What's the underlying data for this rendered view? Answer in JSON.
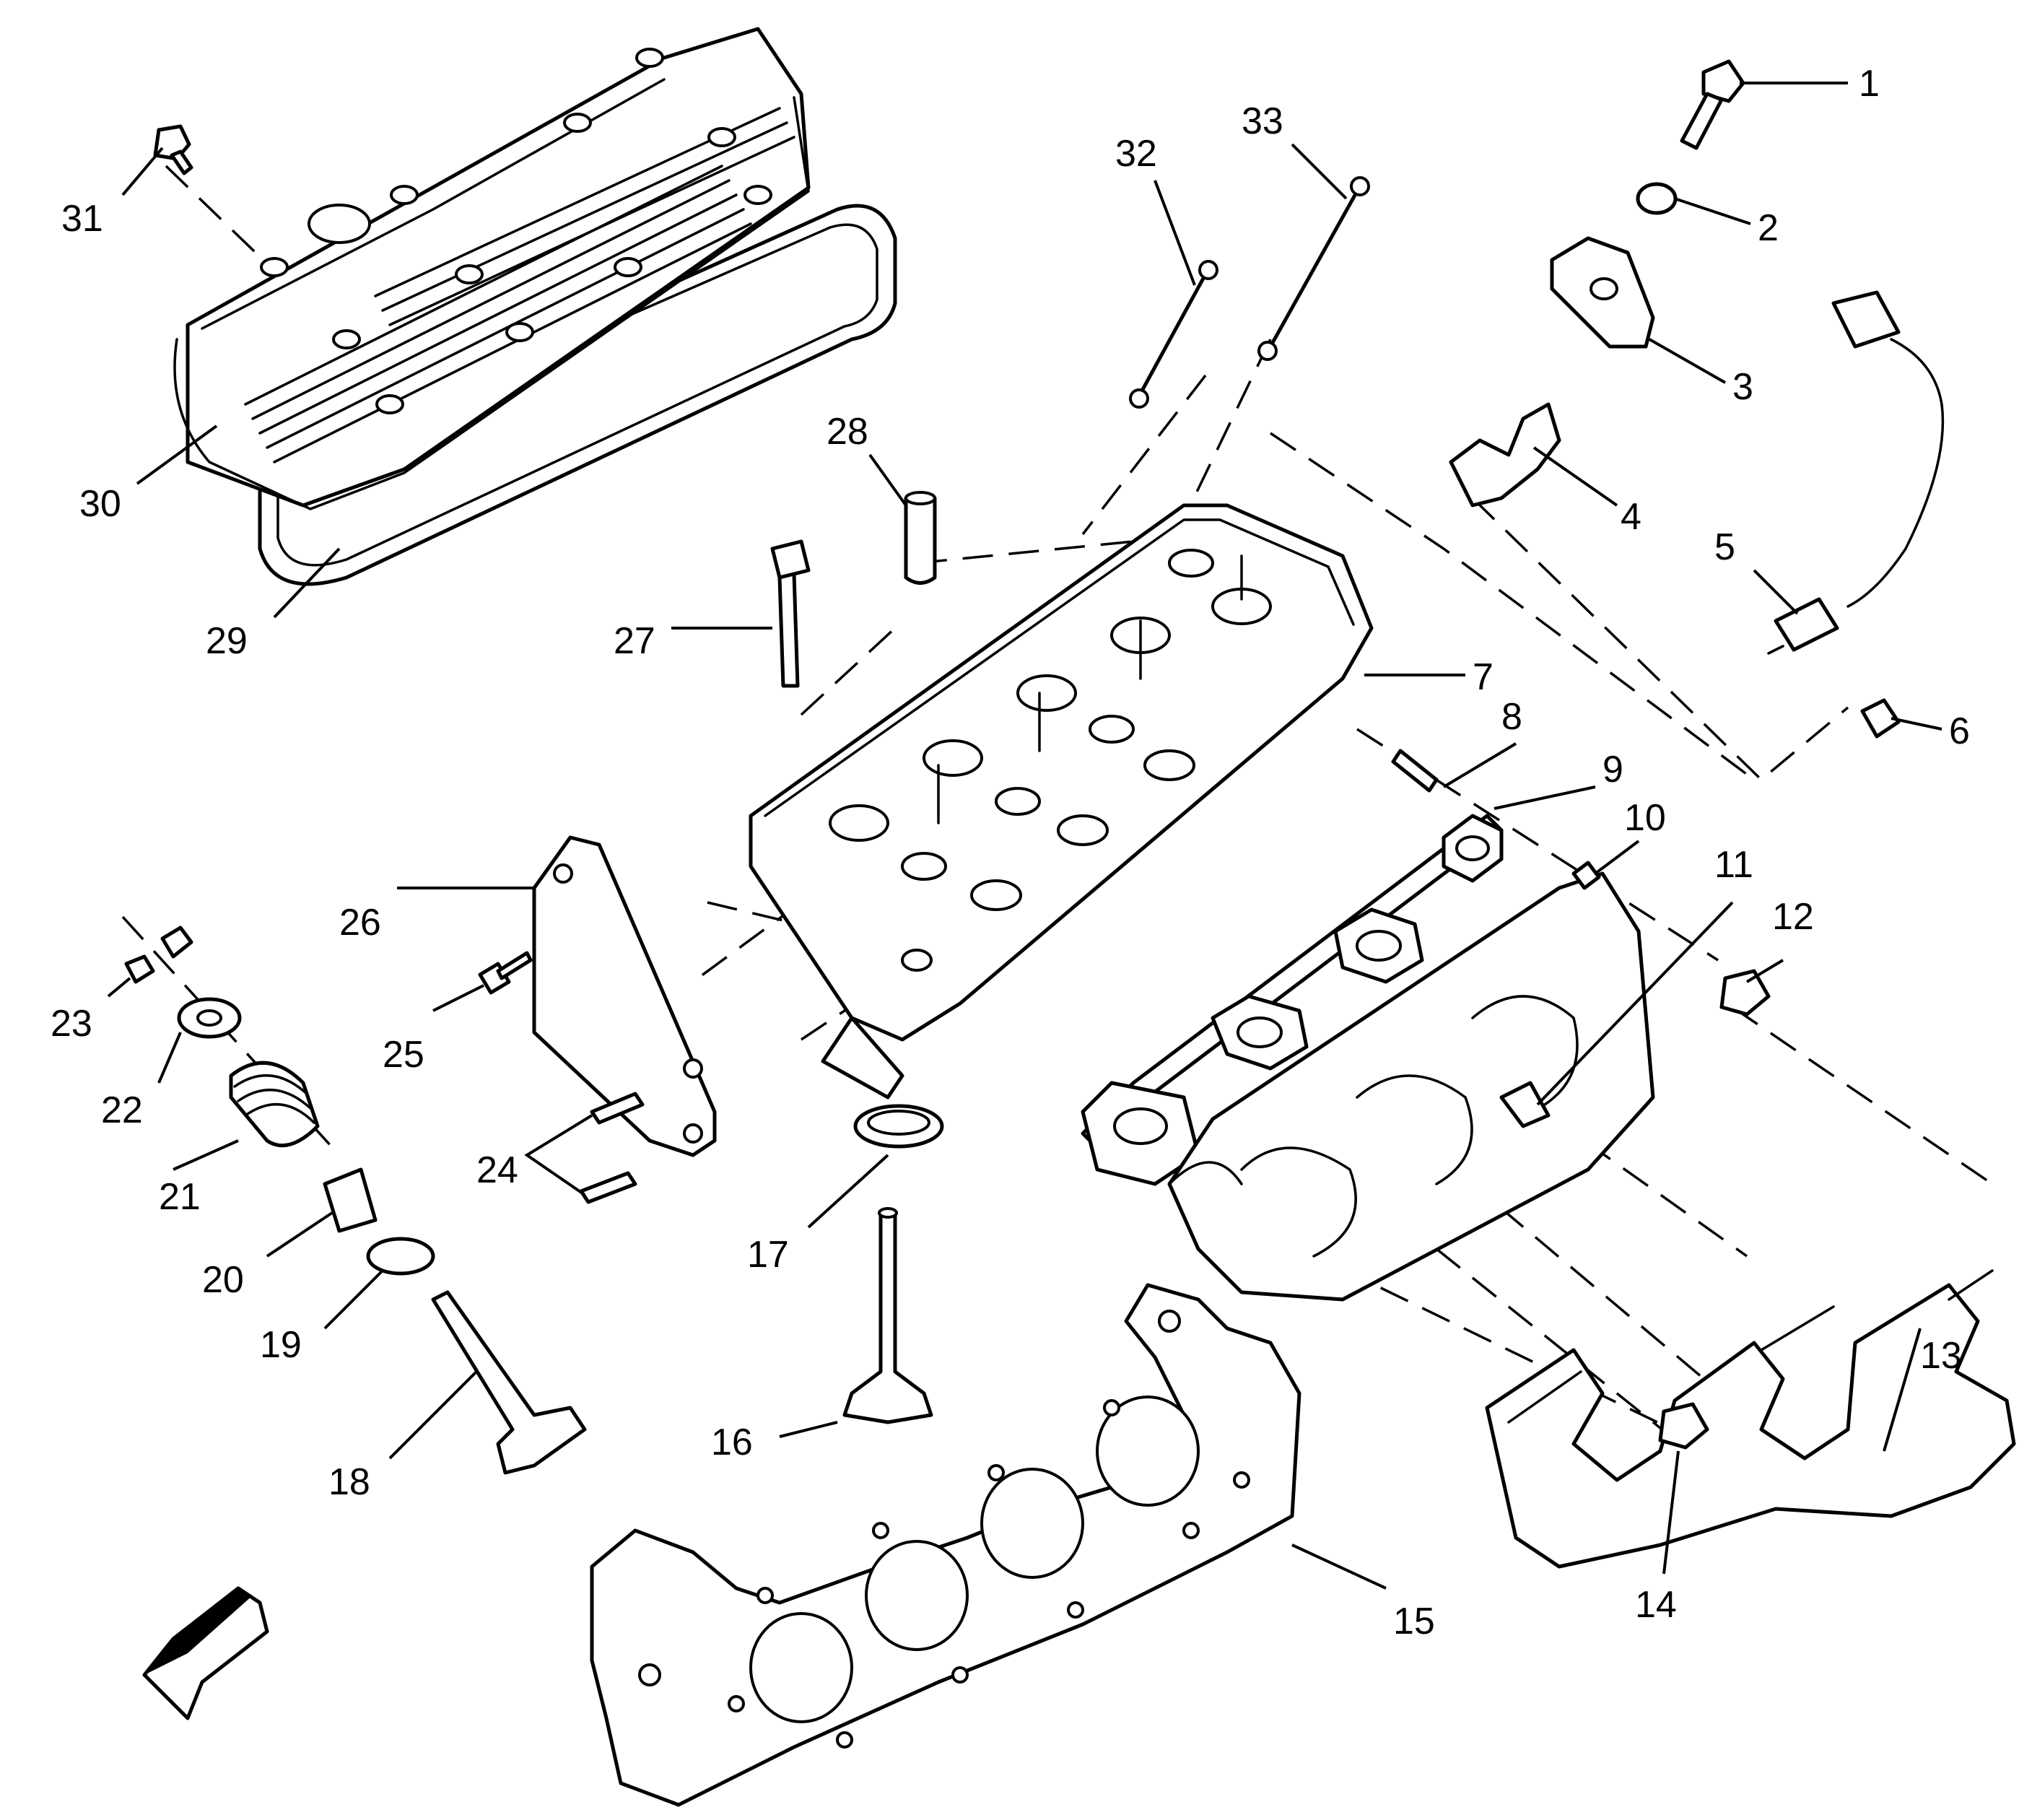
{
  "diagram": {
    "callouts": [
      "1",
      "2",
      "3",
      "4",
      "5",
      "6",
      "7",
      "8",
      "9",
      "10",
      "11",
      "12",
      "13",
      "14",
      "15",
      "16",
      "17",
      "18",
      "19",
      "20",
      "21",
      "22",
      "23",
      "24",
      "25",
      "26",
      "27",
      "28",
      "29",
      "30",
      "31",
      "32",
      "33"
    ]
  },
  "colors": {
    "line": "#000000",
    "background": "#ffffff"
  },
  "icons": {
    "direction_arrow": "front-direction-arrow-icon"
  }
}
